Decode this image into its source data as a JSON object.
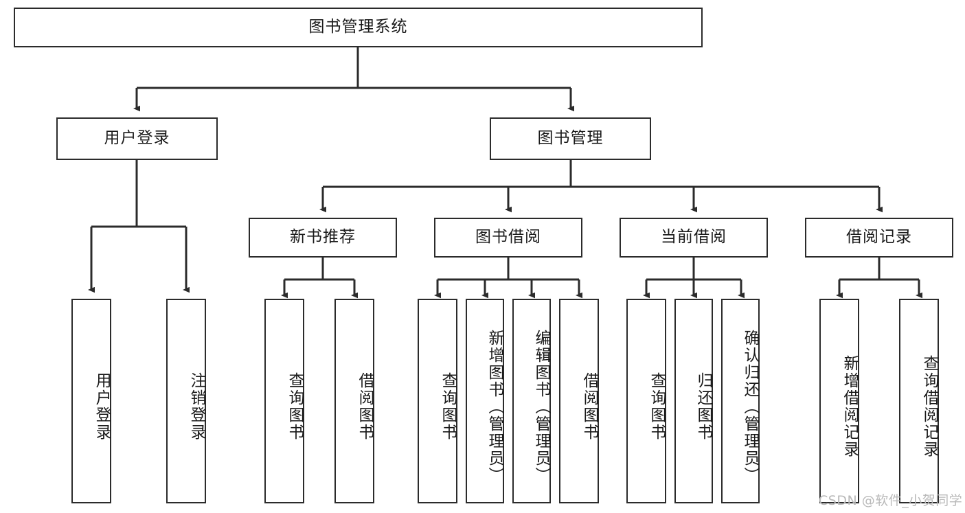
{
  "diagram": {
    "title": "图书管理系统",
    "type": "tree-hierarchy",
    "orientation": "top-down",
    "colors": {
      "stroke": "#2b2b2b",
      "fill": "#ffffff",
      "text": "#1a1a1a",
      "watermark": "#b9b9b9"
    },
    "root": {
      "label": "图书管理系统"
    },
    "level2": [
      {
        "label": "用户登录"
      },
      {
        "label": "图书管理"
      }
    ],
    "level3": [
      {
        "label": "新书推荐"
      },
      {
        "label": "图书借阅"
      },
      {
        "label": "当前借阅"
      },
      {
        "label": "借阅记录"
      }
    ],
    "leaves": {
      "user_login": [
        {
          "label": "用户登录"
        },
        {
          "label": "注销登录"
        }
      ],
      "new_book_recommend": [
        {
          "label": "查询图书"
        },
        {
          "label": "借阅图书"
        }
      ],
      "book_borrow": [
        {
          "label": "查询图书"
        },
        {
          "label": "新增图书（管理员）"
        },
        {
          "label": "编辑图书（管理员）"
        },
        {
          "label": "借阅图书"
        }
      ],
      "current_borrow": [
        {
          "label": "查询图书"
        },
        {
          "label": "归还图书"
        },
        {
          "label": "确认归还（管理员）"
        }
      ],
      "borrow_record": [
        {
          "label": "新增借阅记录"
        },
        {
          "label": "查询借阅记录"
        }
      ]
    }
  },
  "watermark": {
    "text": "CSDN @软件_小贺同学"
  }
}
